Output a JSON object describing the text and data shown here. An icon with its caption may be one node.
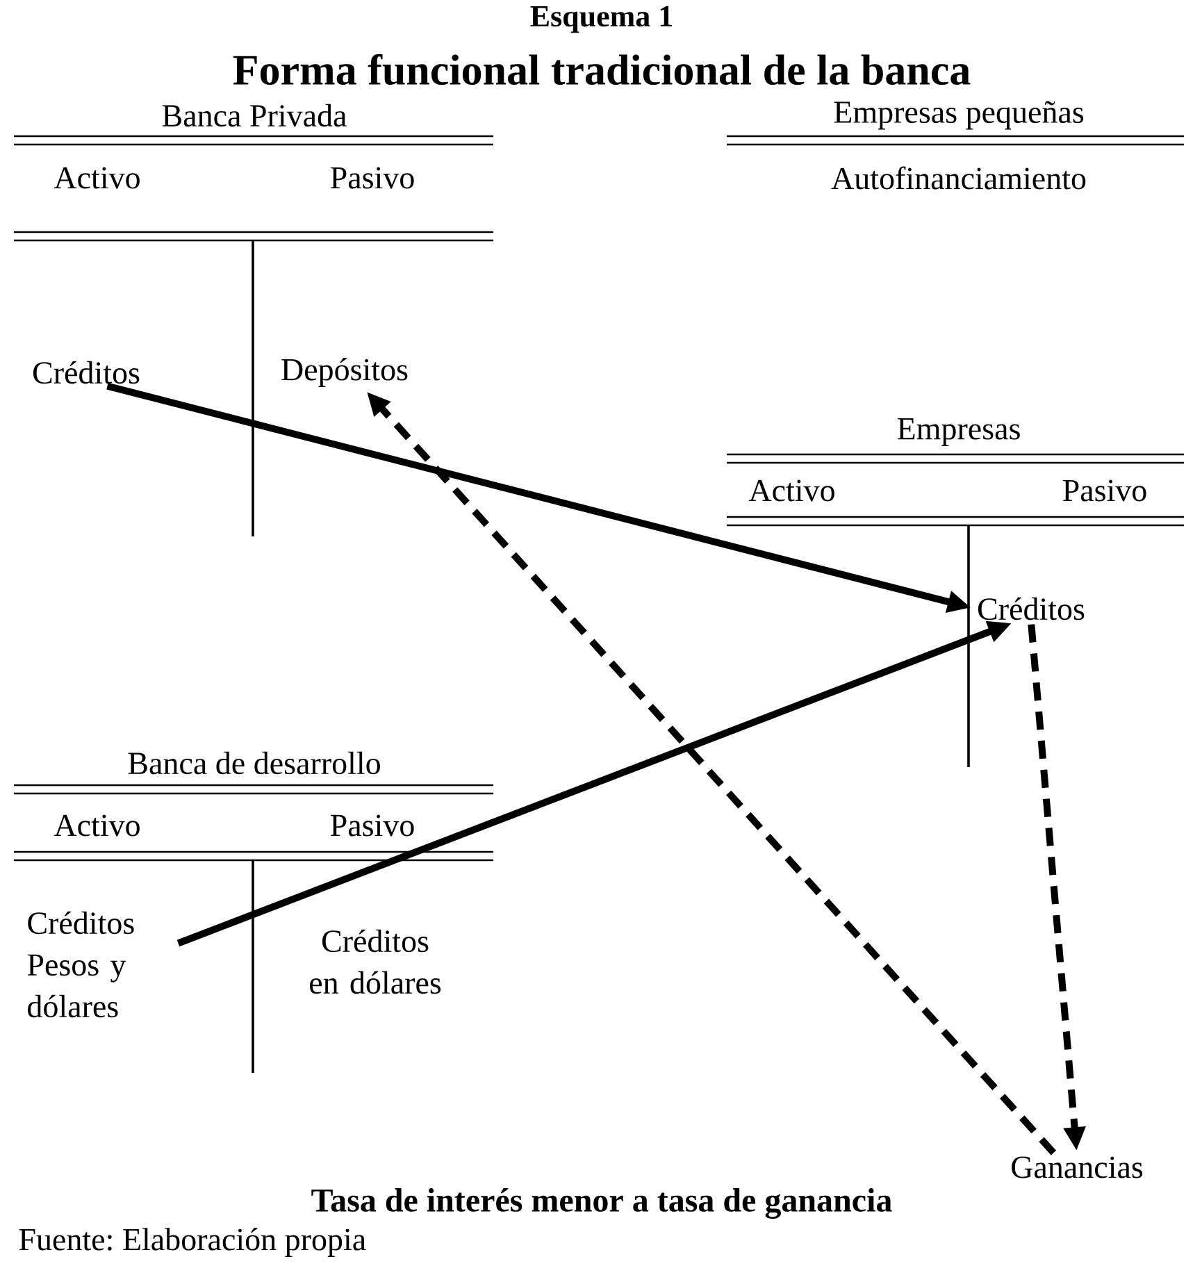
{
  "diagram": {
    "title": "Forma funcional tradicional de la banca",
    "caption": "Tasa de interés menor a tasa de ganancia",
    "nodes": [
      {
        "text": [
          "Créditos"
        ]
      },
      {
        "text": [
          "Depósitos"
        ]
      },
      {
        "text": [
          "Créditos"
        ]
      },
      {
        "text": [
          "Créditos Pesos y dólares"
        ]
      },
      {
        "text": [
          "Ganancias"
        ]
      }
    ],
    "edges": [
      {
        "from": 0,
        "to": 2,
        "arrow": "to"
      },
      {
        "from": 3,
        "to": 2,
        "arrow": "to"
      },
      {
        "from": 4,
        "to": 1,
        "arrow": "to",
        "style": "dashed"
      },
      {
        "from": 2,
        "to": 4,
        "arrow": "to",
        "style": "dashed"
      }
    ],
    "labels": [
      "Esquema 1",
      "Banca Privada",
      "Activo",
      "Pasivo",
      "Empresas pequeñas",
      "Autofinanciamiento",
      "Empresas",
      "Activo",
      "Pasivo",
      "Banca de desarrollo",
      "Activo",
      "Pasivo",
      "Créditos en dólares",
      "Fuente: Elaboración propia"
    ]
  }
}
